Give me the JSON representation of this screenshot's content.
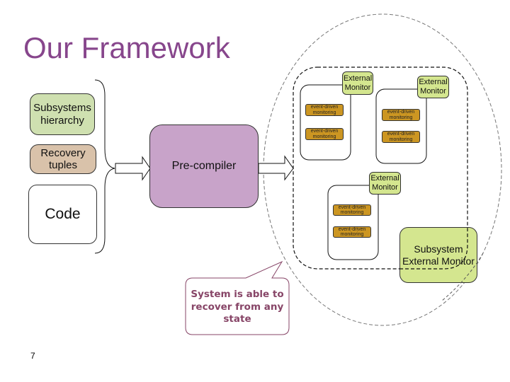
{
  "slide": {
    "title": "Our Framework",
    "page_number": "7"
  },
  "inputs": {
    "subsystems_hierarchy": "Subsystems hierarchy",
    "recovery_tuples": "Recovery tuples",
    "code": "Code"
  },
  "precompiler": {
    "label": "Pre-compiler"
  },
  "subsystems": [
    {
      "external_monitor": "External Monitor",
      "monitors": [
        "event-driven monitoring",
        "event-driven monitoring"
      ]
    },
    {
      "external_monitor": "External Monitor",
      "monitors": [
        "event-driven monitoring",
        "event-driven monitoring"
      ]
    },
    {
      "external_monitor": "External Monitor",
      "monitors": [
        "event-driven monitoring",
        "event-driven monitoring"
      ]
    }
  ],
  "subsystem_external_monitor": "Subsystem External Monitor",
  "callout": "System is able to recover from any state",
  "colors": {
    "title": "#87468c",
    "input_green": "#cfe0b0",
    "input_tan": "#d9c2aa",
    "precompiler": "#c8a3c9",
    "external_monitor": "#d4e68f",
    "event_monitor": "#cc9622",
    "callout_text": "#874567"
  }
}
